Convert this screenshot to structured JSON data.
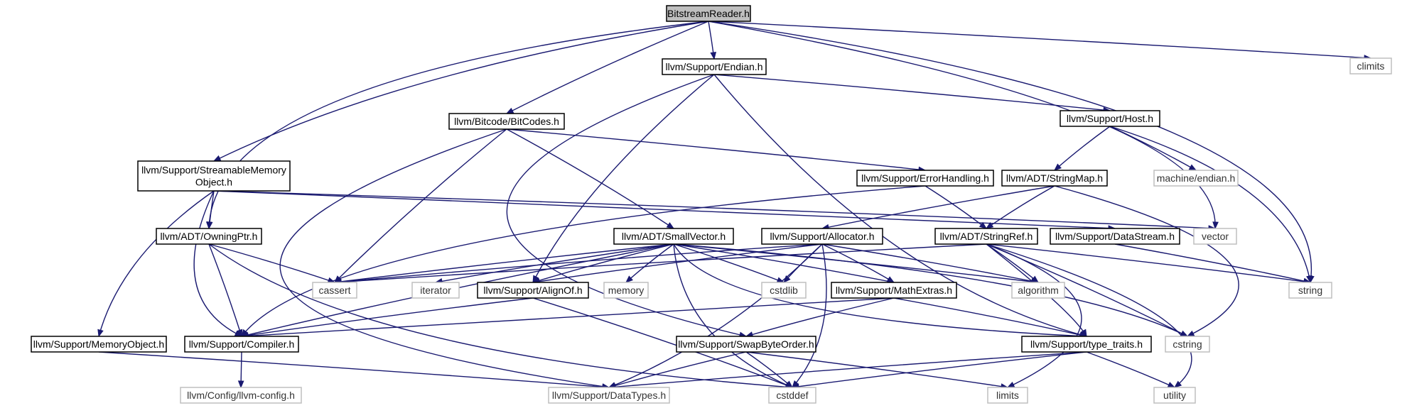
{
  "colors": {
    "edge": "#191970",
    "root_fill": "#bfbfbf",
    "node_border": "#000000",
    "external_border": "#bfbfbf",
    "label_text": "#000000",
    "external_text": "#333333"
  },
  "nodes": [
    {
      "id": "bitstreamreader",
      "label": "BitstreamReader.h",
      "kind": "root"
    },
    {
      "id": "endian",
      "label": "llvm/Support/Endian.h",
      "kind": "file"
    },
    {
      "id": "climits",
      "label": "climits",
      "kind": "external"
    },
    {
      "id": "bitcodes",
      "label": "llvm/Bitcode/BitCodes.h",
      "kind": "file"
    },
    {
      "id": "host",
      "label": "llvm/Support/Host.h",
      "kind": "file"
    },
    {
      "id": "streamable",
      "label": "llvm/Support/StreamableMemory",
      "label2": "Object.h",
      "kind": "file"
    },
    {
      "id": "errorhandling",
      "label": "llvm/Support/ErrorHandling.h",
      "kind": "file"
    },
    {
      "id": "stringmap",
      "label": "llvm/ADT/StringMap.h",
      "kind": "file"
    },
    {
      "id": "machineendian",
      "label": "machine/endian.h",
      "kind": "external"
    },
    {
      "id": "owningptr",
      "label": "llvm/ADT/OwningPtr.h",
      "kind": "file"
    },
    {
      "id": "smallvector",
      "label": "llvm/ADT/SmallVector.h",
      "kind": "file"
    },
    {
      "id": "allocator",
      "label": "llvm/Support/Allocator.h",
      "kind": "file"
    },
    {
      "id": "stringref",
      "label": "llvm/ADT/StringRef.h",
      "kind": "file"
    },
    {
      "id": "datastream",
      "label": "llvm/Support/DataStream.h",
      "kind": "file"
    },
    {
      "id": "vector",
      "label": "vector",
      "kind": "external"
    },
    {
      "id": "string",
      "label": "string",
      "kind": "external"
    },
    {
      "id": "cassert",
      "label": "cassert",
      "kind": "external"
    },
    {
      "id": "iterator",
      "label": "iterator",
      "kind": "external"
    },
    {
      "id": "alignof",
      "label": "llvm/Support/AlignOf.h",
      "kind": "file"
    },
    {
      "id": "memory",
      "label": "memory",
      "kind": "external"
    },
    {
      "id": "cstdlib",
      "label": "cstdlib",
      "kind": "external"
    },
    {
      "id": "mathextras",
      "label": "llvm/Support/MathExtras.h",
      "kind": "file"
    },
    {
      "id": "algorithm",
      "label": "algorithm",
      "kind": "external"
    },
    {
      "id": "memoryobject",
      "label": "llvm/Support/MemoryObject.h",
      "kind": "file"
    },
    {
      "id": "compiler",
      "label": "llvm/Support/Compiler.h",
      "kind": "file"
    },
    {
      "id": "swapbyteorder",
      "label": "llvm/Support/SwapByteOrder.h",
      "kind": "file"
    },
    {
      "id": "typetraits",
      "label": "llvm/Support/type_traits.h",
      "kind": "file"
    },
    {
      "id": "cstring",
      "label": "cstring",
      "kind": "external"
    },
    {
      "id": "llvmconfig",
      "label": "llvm/Config/llvm-config.h",
      "kind": "external"
    },
    {
      "id": "datatypes",
      "label": "llvm/Support/DataTypes.h",
      "kind": "external"
    },
    {
      "id": "cstddef",
      "label": "cstddef",
      "kind": "external"
    },
    {
      "id": "limits",
      "label": "limits",
      "kind": "external"
    },
    {
      "id": "utility",
      "label": "utility",
      "kind": "external"
    }
  ],
  "edges": [
    [
      "bitstreamreader",
      "endian"
    ],
    [
      "bitstreamreader",
      "climits"
    ],
    [
      "bitstreamreader",
      "bitcodes"
    ],
    [
      "bitstreamreader",
      "streamable"
    ],
    [
      "bitstreamreader",
      "owningptr"
    ],
    [
      "bitstreamreader",
      "vector"
    ],
    [
      "bitstreamreader",
      "string"
    ],
    [
      "endian",
      "host"
    ],
    [
      "endian",
      "alignof"
    ],
    [
      "endian",
      "swapbyteorder"
    ],
    [
      "endian",
      "typetraits"
    ],
    [
      "bitcodes",
      "errorhandling"
    ],
    [
      "bitcodes",
      "smallvector"
    ],
    [
      "bitcodes",
      "cassert"
    ],
    [
      "bitcodes",
      "datatypes"
    ],
    [
      "host",
      "stringmap"
    ],
    [
      "host",
      "machineendian"
    ],
    [
      "host",
      "string"
    ],
    [
      "streamable",
      "owningptr"
    ],
    [
      "streamable",
      "datastream"
    ],
    [
      "streamable",
      "vector"
    ],
    [
      "streamable",
      "memoryobject"
    ],
    [
      "streamable",
      "compiler"
    ],
    [
      "errorhandling",
      "stringref"
    ],
    [
      "errorhandling",
      "compiler"
    ],
    [
      "stringmap",
      "allocator"
    ],
    [
      "stringmap",
      "stringref"
    ],
    [
      "stringmap",
      "cstring"
    ],
    [
      "owningptr",
      "cassert"
    ],
    [
      "owningptr",
      "compiler"
    ],
    [
      "owningptr",
      "cstddef"
    ],
    [
      "smallvector",
      "cassert"
    ],
    [
      "smallvector",
      "iterator"
    ],
    [
      "smallvector",
      "alignof"
    ],
    [
      "smallvector",
      "memory"
    ],
    [
      "smallvector",
      "cstdlib"
    ],
    [
      "smallvector",
      "mathextras"
    ],
    [
      "smallvector",
      "algorithm"
    ],
    [
      "smallvector",
      "compiler"
    ],
    [
      "smallvector",
      "typetraits"
    ],
    [
      "smallvector",
      "cstring"
    ],
    [
      "smallvector",
      "cstddef"
    ],
    [
      "allocator",
      "cassert"
    ],
    [
      "allocator",
      "alignof"
    ],
    [
      "allocator",
      "cstdlib"
    ],
    [
      "allocator",
      "mathextras"
    ],
    [
      "allocator",
      "algorithm"
    ],
    [
      "allocator",
      "datatypes"
    ],
    [
      "allocator",
      "cstddef"
    ],
    [
      "stringref",
      "cassert"
    ],
    [
      "stringref",
      "algorithm"
    ],
    [
      "stringref",
      "string"
    ],
    [
      "stringref",
      "typetraits"
    ],
    [
      "stringref",
      "cstring"
    ],
    [
      "stringref",
      "limits"
    ],
    [
      "stringref",
      "utility"
    ],
    [
      "datastream",
      "string"
    ],
    [
      "alignof",
      "compiler"
    ],
    [
      "alignof",
      "cstddef"
    ],
    [
      "mathextras",
      "swapbyteorder"
    ],
    [
      "mathextras",
      "compiler"
    ],
    [
      "mathextras",
      "typetraits"
    ],
    [
      "memoryobject",
      "datatypes"
    ],
    [
      "compiler",
      "llvmconfig"
    ],
    [
      "swapbyteorder",
      "datatypes"
    ],
    [
      "swapbyteorder",
      "cstddef"
    ],
    [
      "swapbyteorder",
      "limits"
    ],
    [
      "typetraits",
      "datatypes"
    ],
    [
      "typetraits",
      "cstddef"
    ],
    [
      "typetraits",
      "utility"
    ]
  ]
}
